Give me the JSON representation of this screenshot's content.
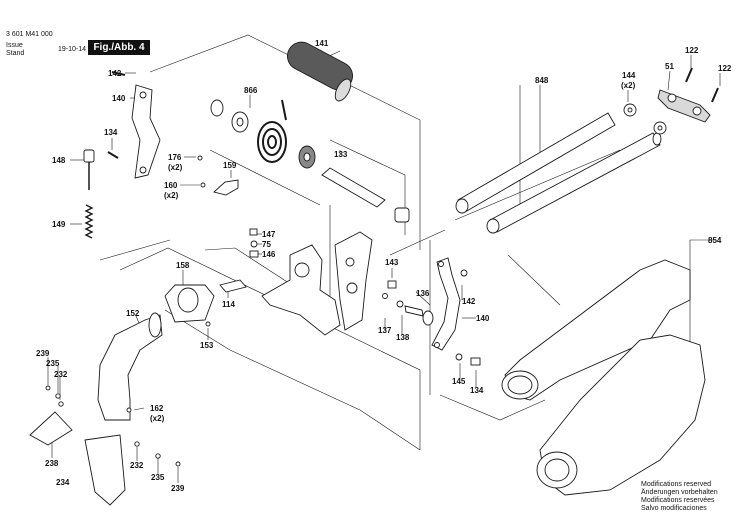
{
  "header": {
    "doc_number": "3 601 M41 000",
    "issue_label_en": "Issue",
    "issue_label_de": "Stand",
    "issue_date": "19-10-14",
    "figure_label": "Fig./Abb. 4"
  },
  "parts": {
    "p141": "141",
    "p866": "866",
    "p133": "133",
    "p848": "848",
    "p144": "144",
    "p144q": "(x2)",
    "p51": "51",
    "p122a": "122",
    "p122b": "122",
    "p142a": "142",
    "p140a": "140",
    "p134a": "134",
    "p148": "148",
    "p176": "176",
    "p176q": "(x2)",
    "p159": "159",
    "p160": "160",
    "p160q": "(x2)",
    "p149": "149",
    "p147": "147",
    "p75": "75",
    "p146": "146",
    "p158": "158",
    "p114": "114",
    "p143": "143",
    "p136": "136",
    "p142b": "142",
    "p137": "137",
    "p138": "138",
    "p140b": "140",
    "p145": "145",
    "p134b": "134",
    "p854": "854",
    "p152": "152",
    "p153": "153",
    "p239a": "239",
    "p235a": "235",
    "p232a": "232",
    "p162": "162",
    "p162q": "(x2)",
    "p238": "238",
    "p232b": "232",
    "p235b": "235",
    "p234": "234",
    "p239b": "239"
  },
  "modifications": {
    "en": "Modifications reserved",
    "de": "Änderungen vorbehalten",
    "fr": "Modifications reservées",
    "es": "Salvo modificaciones"
  },
  "colors": {
    "line": "#1a1a1a",
    "ink": "#111111",
    "shade": "#9a9a9a"
  }
}
